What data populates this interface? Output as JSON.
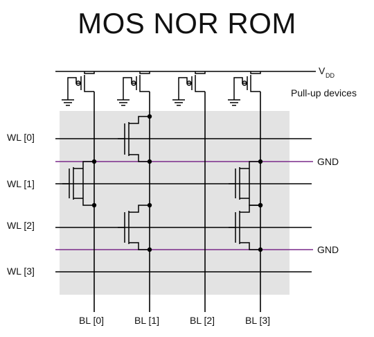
{
  "title": "MOS NOR ROM",
  "supply": {
    "label": "V",
    "subscript": "DD"
  },
  "pullup_label": "Pull-up devices",
  "word_lines": [
    "WL [0]",
    "WL [1]",
    "WL [2]",
    "WL [3]"
  ],
  "ground_labels": [
    "GND",
    "GND"
  ],
  "bit_lines": [
    "BL  [0]",
    "BL  [1]",
    "BL  [2]",
    "BL  [3]"
  ],
  "colors": {
    "wire": "#000000",
    "ground_line": "#7a2a8a",
    "array_bg": "#e3e3e3"
  }
}
